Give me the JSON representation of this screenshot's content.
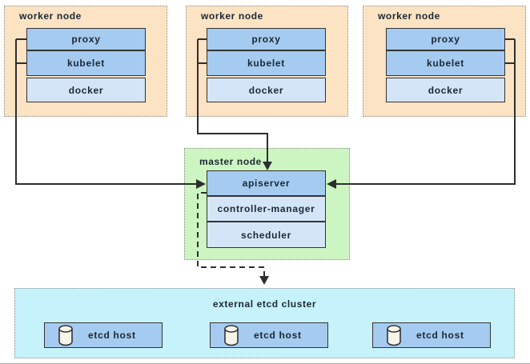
{
  "colors": {
    "worker_bg": "#FBE3C4",
    "master_bg": "#CDF5C2",
    "etcd_bg": "#C6F3FB",
    "component_dark": "#A5CBF0",
    "component_light": "#D4E5F8",
    "border_dark": "#333333",
    "region_border": "#8C8C8C",
    "text": "#1B2733",
    "line": "#2E2E2E",
    "cylinder_fill": "#F7F4E9"
  },
  "worker_nodes": [
    {
      "title": "worker node",
      "components": [
        "proxy",
        "kubelet",
        "docker"
      ]
    },
    {
      "title": "worker node",
      "components": [
        "proxy",
        "kubelet",
        "docker"
      ]
    },
    {
      "title": "worker node",
      "components": [
        "proxy",
        "kubelet",
        "docker"
      ]
    }
  ],
  "master_node": {
    "title": "master node",
    "components": [
      "apiserver",
      "controller-manager",
      "scheduler"
    ]
  },
  "etcd_cluster": {
    "title": "external etcd cluster",
    "hosts": [
      {
        "icon": "database-icon",
        "label": "etcd host"
      },
      {
        "icon": "database-icon",
        "label": "etcd host"
      },
      {
        "icon": "database-icon",
        "label": "etcd host"
      }
    ]
  }
}
